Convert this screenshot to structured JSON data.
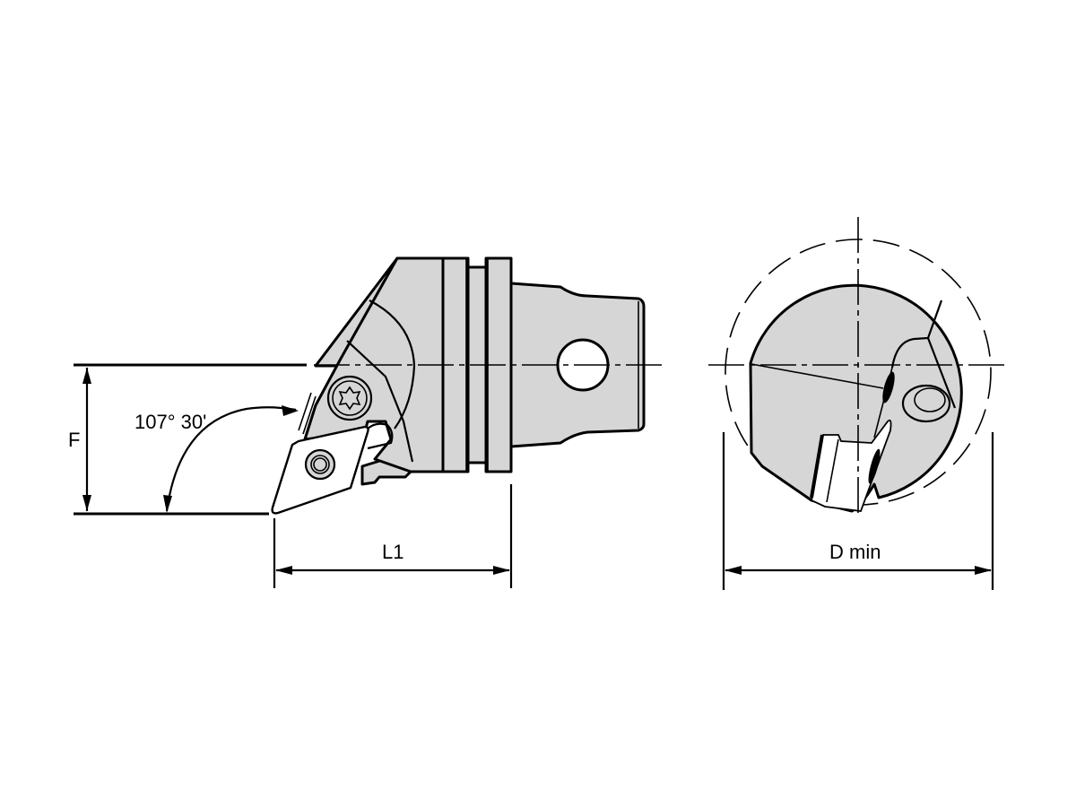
{
  "drawing": {
    "type": "technical drawing",
    "subject": "boring bar clamping unit with rhombic insert",
    "views": [
      {
        "name": "side-view"
      },
      {
        "name": "end-view"
      }
    ]
  },
  "dimensions": {
    "angle": "107° 30'",
    "height": "F",
    "length": "L1",
    "diameter": "D min"
  },
  "colors": {
    "body_fill": "#d6d6d6",
    "line": "#000000",
    "background": "#ffffff"
  }
}
